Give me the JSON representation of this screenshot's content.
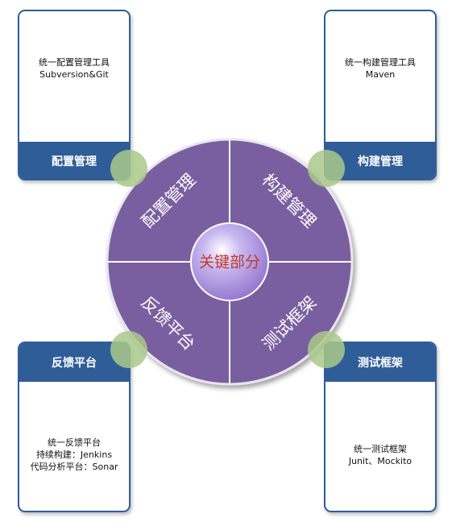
{
  "center": {
    "label": "关键部分"
  },
  "quadrants": [
    {
      "id": "config",
      "label": "配置管理",
      "rotate": -45
    },
    {
      "id": "build",
      "label": "构建管理",
      "rotate": 45
    },
    {
      "id": "feedback",
      "label": "反馈平台",
      "rotate": 45
    },
    {
      "id": "test",
      "label": "测试框架",
      "rotate": -45
    }
  ],
  "cards": [
    {
      "id": "config",
      "title": "配置管理",
      "lines": [
        "统一配置管理工具",
        "Subversion&Git"
      ]
    },
    {
      "id": "build",
      "title": "构建管理",
      "lines": [
        "统一构建管理工具",
        "Maven"
      ]
    },
    {
      "id": "feedback",
      "title": "反馈平台",
      "lines": [
        "统一反馈平台",
        "持续构建：Jenkins",
        "代码分析平台：Sonar"
      ]
    },
    {
      "id": "test",
      "title": "测试框架",
      "lines": [
        "统一测试框架",
        "Junit、Mockito"
      ]
    }
  ],
  "colors": {
    "ring": "#7a5fa0",
    "ring_border": "#e9e5ef",
    "center": "#a28ad8",
    "center_text": "#c0392b",
    "card_border": "#2f5d97",
    "card_header": "#2f5d97",
    "connector": "#a9c98a"
  }
}
